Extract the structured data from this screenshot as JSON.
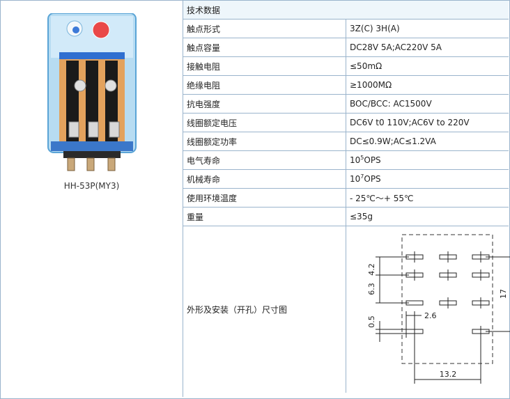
{
  "product": {
    "model": "HH-53P(MY3)"
  },
  "spec": {
    "header": "技术数据",
    "rows": [
      {
        "label": "触点形式",
        "value": "3Z(C) 3H(A)"
      },
      {
        "label": "触点容量",
        "value": "DC28V 5A;AC220V 5A"
      },
      {
        "label": "接触电阻",
        "value": "≤50mΩ"
      },
      {
        "label": "绝缘电阻",
        "value": "≥1000MΩ"
      },
      {
        "label": "抗电强度",
        "value": "BOC/BCC: AC1500V"
      },
      {
        "label": "线圈额定电压",
        "value": "DC6V t0 110V;AC6V to 220V"
      },
      {
        "label": "线圈额定功率",
        "value": "DC≤0.9W;AC≤1.2VA"
      },
      {
        "label": "电气寿命",
        "base": "10",
        "exp": "5",
        "unit": "OPS"
      },
      {
        "label": "机械寿命",
        "base": "10",
        "exp": "7",
        "unit": "OPS"
      },
      {
        "label": "使用环境温度",
        "value": "- 25℃～+ 55℃"
      },
      {
        "label": "重量",
        "value": "≤35g"
      }
    ],
    "drawing_label": "外形及安装（开孔）尺寸图"
  },
  "drawing": {
    "dims": {
      "d1": "4.2",
      "d2": "6.3",
      "d3": "0.5",
      "d4": "2.6",
      "d5": "17",
      "d6": "13.2"
    }
  }
}
